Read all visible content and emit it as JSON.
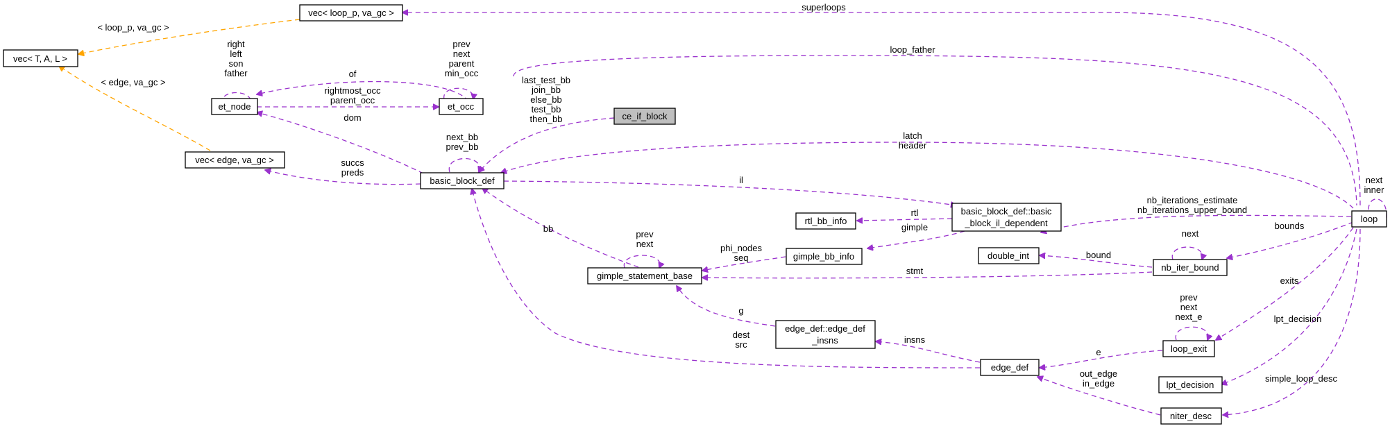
{
  "colors": {
    "member_edge": "#9a32cd",
    "template_edge": "#ffa500",
    "highlight_node": "#bfbfbf"
  },
  "nodes": {
    "vec_T_A_L": "vec< T, A, L >",
    "vec_loop_p": "vec< loop_p, va_gc >",
    "et_node": "et_node",
    "et_occ": "et_occ",
    "ce_if_block": "ce_if_block",
    "vec_edge": "vec< edge, va_gc >",
    "basic_block_def": "basic_block_def",
    "rtl_bb_info": "rtl_bb_info",
    "bb_il_dependent_1": "basic_block_def::basic",
    "bb_il_dependent_2": "_block_il_dependent",
    "gimple_bb_info": "gimple_bb_info",
    "double_int": "double_int",
    "nb_iter_bound": "nb_iter_bound",
    "gimple_statement_base": "gimple_statement_base",
    "edge_def_insns_1": "edge_def::edge_def",
    "edge_def_insns_2": "_insns",
    "loop_exit": "loop_exit",
    "edge_def": "edge_def",
    "lpt_decision": "lpt_decision",
    "niter_desc": "niter_desc",
    "loop": "loop"
  },
  "labels": {
    "loop_p_va_gc": "< loop_p, va_gc >",
    "edge_va_gc": "< edge, va_gc >",
    "superloops": "superloops",
    "loop_father": "loop_father",
    "et_node_self": [
      "right",
      "left",
      "son",
      "father"
    ],
    "of": "of",
    "et_occ_self": [
      "prev",
      "next",
      "parent",
      "min_occ"
    ],
    "et_occ_edge": [
      "rightmost_occ",
      "parent_occ"
    ],
    "ce_if_edge": [
      "last_test_bb",
      "join_bb",
      "else_bb",
      "test_bb",
      "then_bb"
    ],
    "dom": "dom",
    "bb_self": [
      "next_bb",
      "prev_bb"
    ],
    "succs_preds": [
      "succs",
      "preds"
    ],
    "latch_header": [
      "latch",
      "header"
    ],
    "il": "il",
    "next_inner": [
      "next",
      "inner"
    ],
    "nb_iterations": [
      "nb_iterations_estimate",
      "nb_iterations_upper_bound"
    ],
    "rtl": "rtl",
    "gimple": "gimple",
    "bb": "bb",
    "gsb_self": [
      "prev",
      "next"
    ],
    "phi_seq": [
      "phi_nodes",
      "seq"
    ],
    "bounds": "bounds",
    "nb_next": "next",
    "bound": "bound",
    "stmt": "stmt",
    "exits": "exits",
    "g": "g",
    "loop_exit_self": [
      "prev",
      "next",
      "next_e"
    ],
    "lpt_decision": "lpt_decision",
    "dest_src": [
      "dest",
      "src"
    ],
    "insns": "insns",
    "e": "e",
    "out_in_edge": [
      "out_edge",
      "in_edge"
    ],
    "simple_loop_desc": "simple_loop_desc"
  }
}
